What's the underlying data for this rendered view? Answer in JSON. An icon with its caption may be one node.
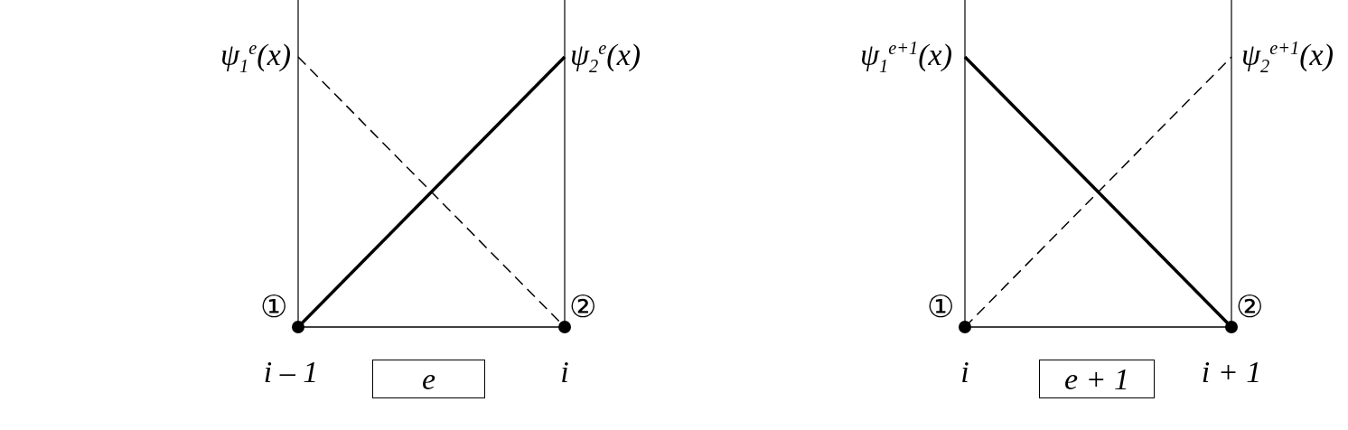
{
  "diagram": {
    "nodes": [
      {
        "text": [
          "e"
        ]
      },
      {
        "text": [
          "e + 1"
        ]
      }
    ],
    "edges": [],
    "labels": [
      "ψ$_{1}$$^{e}$(x)",
      "ψ$_{2}$$^{e}$(x)",
      "ψ$_{1}$$^{e+1}$(x)",
      "ψ$_{2}$$^{e+1}$(x)",
      "①",
      "②",
      "①",
      "②",
      "i – 1",
      "i",
      "i",
      "i + 1"
    ]
  }
}
